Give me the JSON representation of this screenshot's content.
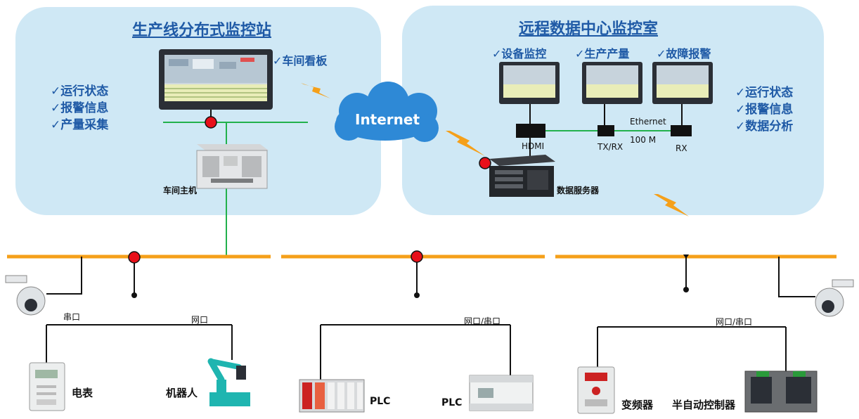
{
  "left_panel": {
    "title": "生产线分布式监控站",
    "board_label": "✓车间看板",
    "features": [
      "✓运行状态",
      "✓报警信息",
      "✓产量采集"
    ],
    "host_label": "车间主机"
  },
  "right_panel": {
    "title": "远程数据中心监控室",
    "monitors": [
      "✓设备监控",
      "✓生产产量",
      "✓故障报警"
    ],
    "features": [
      "✓运行状态",
      "✓报警信息",
      "✓数据分析"
    ],
    "hdmi_label": "HDMI",
    "txrx_label": "TX/RX",
    "ethernet_label": "Ethernet",
    "speed_label": "100 M",
    "rx_label": "RX",
    "server_label": "数据服务器"
  },
  "cloud": {
    "label": "Internet"
  },
  "bottom": {
    "group1": {
      "link_left": "串口",
      "link_right": "网口",
      "device_a": "电表",
      "device_b": "机器人"
    },
    "group2": {
      "link": "网口/串口",
      "device_a": "PLC",
      "device_b": "PLC"
    },
    "group3": {
      "link": "网口/串口",
      "device_a": "变频器",
      "device_b": "半自动控制器"
    }
  },
  "colors": {
    "panel": "#cfe8f5",
    "title": "#1f5aa6",
    "bus": "#f5a01a",
    "net": "#22b14c",
    "node": "#e8101a"
  }
}
